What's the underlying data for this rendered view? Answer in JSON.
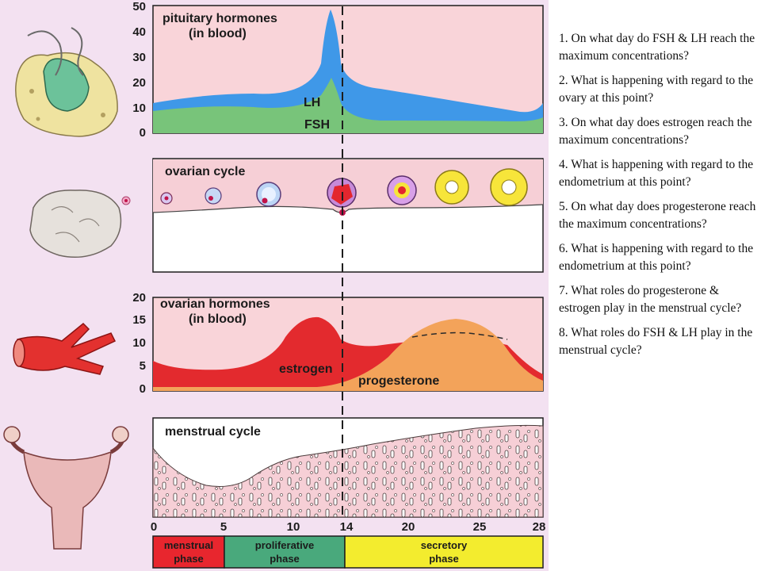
{
  "panels": {
    "pituitary": {
      "title_line1": "pituitary hormones",
      "title_line2": "(in blood)",
      "y_ticks": [
        "50",
        "40",
        "30",
        "20",
        "10",
        "0"
      ],
      "lh_label": "LH",
      "fsh_label": "FSH"
    },
    "ovarian_cycle": {
      "title": "ovarian cycle"
    },
    "ovarian_hormones": {
      "title_line1": "ovarian hormones",
      "title_line2": "(in blood)",
      "y_ticks": [
        "20",
        "15",
        "10",
        "5",
        "0"
      ],
      "estrogen_label": "estrogen",
      "progesterone_label": "progesterone"
    },
    "menstrual": {
      "title": "menstrual cycle"
    }
  },
  "x_ticks": [
    "0",
    "5",
    "10",
    "14",
    "20",
    "25",
    "28"
  ],
  "phases": [
    {
      "line1": "menstrual",
      "line2": "phase",
      "color": "#e8262e"
    },
    {
      "line1": "proliferative",
      "line2": "phase",
      "color": "#49a97c"
    },
    {
      "line1": "secretory",
      "line2": "phase",
      "color": "#f3ec2e"
    }
  ],
  "colors": {
    "lh": "#3f98e8",
    "fsh": "#78c47a",
    "estrogen": "#e32a2e",
    "progesterone": "#f3a35a",
    "panel_pink": "#f6cfd6",
    "background": "#f3e1f1"
  },
  "questions": [
    "1. On what day do FSH & LH reach the maximum concentrations?",
    "2. What is happening with regard to the ovary at this point?",
    "3. On what day does estrogen reach the maximum concentrations?",
    "4. What is happening with regard to the endometrium at this point?",
    "5. On what day does progesterone reach the maximum concentrations?",
    "6. What is happening with regard to the endometrium at this point?",
    "7. What roles do progesterone & estrogen play in the menstrual cycle?",
    "8. What roles do FSH & LH play in the menstrual cycle?"
  ]
}
